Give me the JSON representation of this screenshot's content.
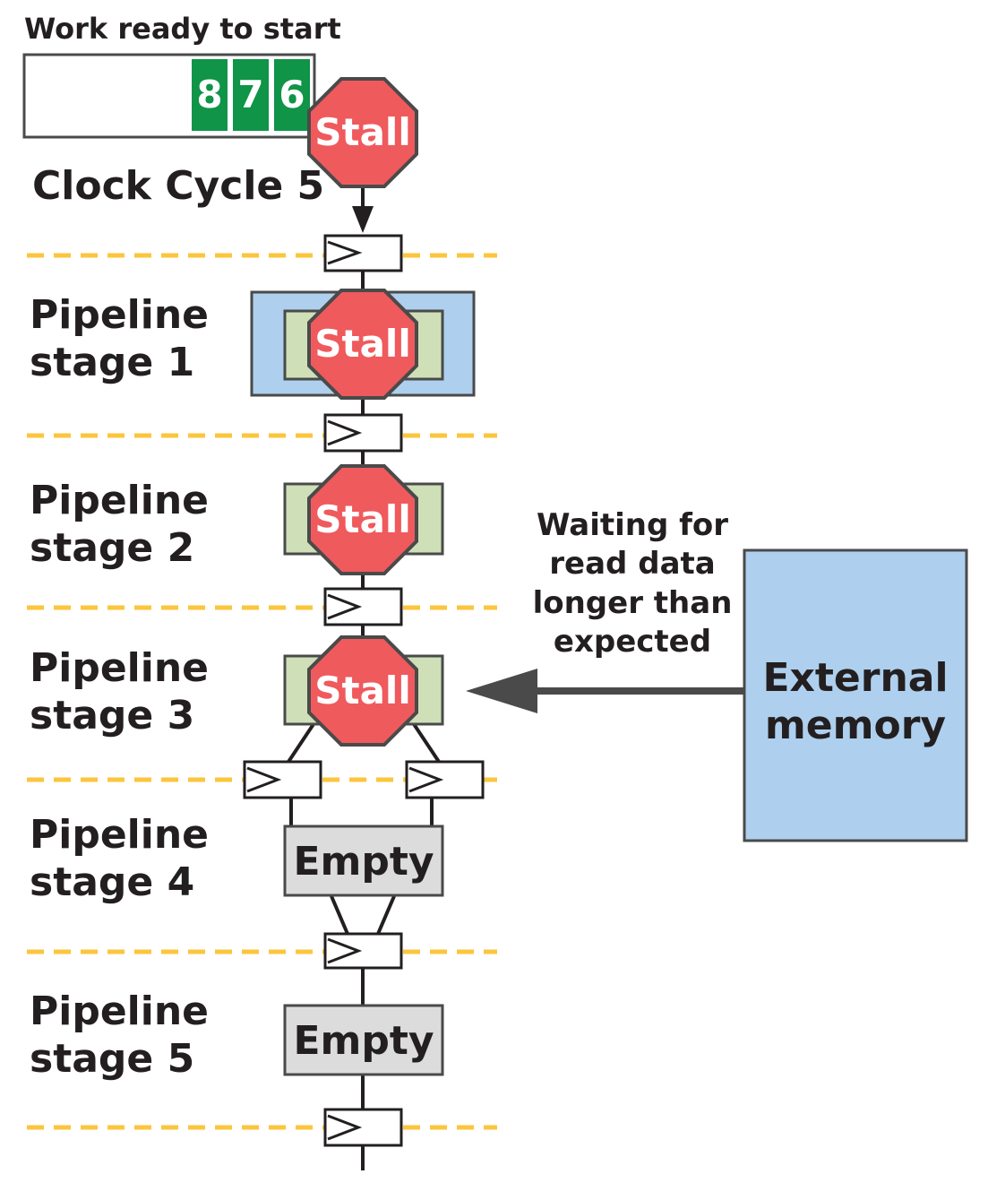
{
  "queue": {
    "title": "Work ready to start",
    "items": [
      "8",
      "7",
      "6"
    ]
  },
  "clock_cycle": "Clock Cycle 5",
  "stages": [
    {
      "line1": "Pipeline",
      "line2": "stage 1",
      "state": "Stall"
    },
    {
      "line1": "Pipeline",
      "line2": "stage 2",
      "state": "Stall"
    },
    {
      "line1": "Pipeline",
      "line2": "stage 3",
      "state": "Stall"
    },
    {
      "line1": "Pipeline",
      "line2": "stage 4",
      "state": "Empty"
    },
    {
      "line1": "Pipeline",
      "line2": "stage 5",
      "state": "Empty"
    }
  ],
  "top_stall": "Stall",
  "memory": {
    "line1": "External",
    "line2": "memory"
  },
  "annotation": [
    "Waiting for",
    "read data",
    "longer than",
    "expected"
  ],
  "colors": {
    "green": "#0f9448",
    "stall_red": "#ef5a5d",
    "stall_border": "#4a4a4a",
    "stage_blue": "#aed0ee",
    "stage_green": "#cfe0b8",
    "empty_gray": "#dcdcdc",
    "dashed_yellow": "#fbc63d",
    "ink": "#231f20"
  }
}
